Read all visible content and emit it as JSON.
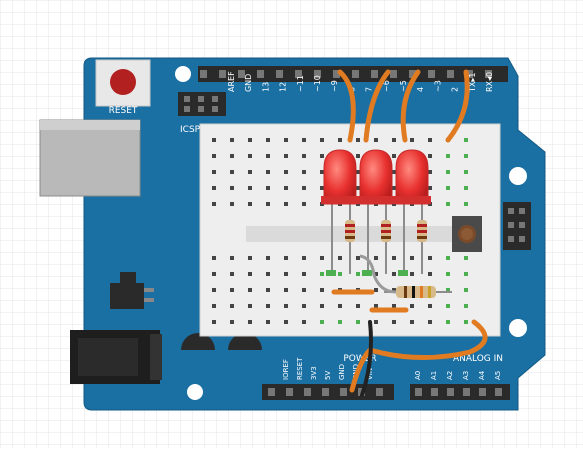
{
  "board": {
    "reset_label": "RESET",
    "icsp_label": "ICSP",
    "digital_labels": [
      "AREF",
      "GND",
      "13",
      "12",
      "~11",
      "~10",
      "~9",
      "8",
      "7",
      "~6",
      "~5",
      "4",
      "~3",
      "2",
      "TX▸1",
      "RX◂0"
    ],
    "power_header_label": "POWER",
    "power_labels": [
      "IOREF",
      "RESET",
      "3V3",
      "5V",
      "GND",
      "GND",
      "VIN"
    ],
    "analog_header_label": "ANALOG IN",
    "analog_labels": [
      "A0",
      "A1",
      "A2",
      "A3",
      "A4",
      "A5"
    ]
  },
  "colors": {
    "board": "#1a6fa3",
    "breadboard": "#eeeeee",
    "led": "#e8312f",
    "wire_orange": "#e07b22",
    "wire_gray": "#9a9a9a",
    "wire_black": "#222222",
    "rail_green": "#4caf50"
  },
  "components": {
    "leds": [
      "led-1",
      "led-2",
      "led-3"
    ],
    "led_resistors": [
      "resistor-1",
      "resistor-2",
      "resistor-3"
    ],
    "pushbutton": "pushbutton",
    "pulldown_resistor": "pulldown-resistor"
  }
}
